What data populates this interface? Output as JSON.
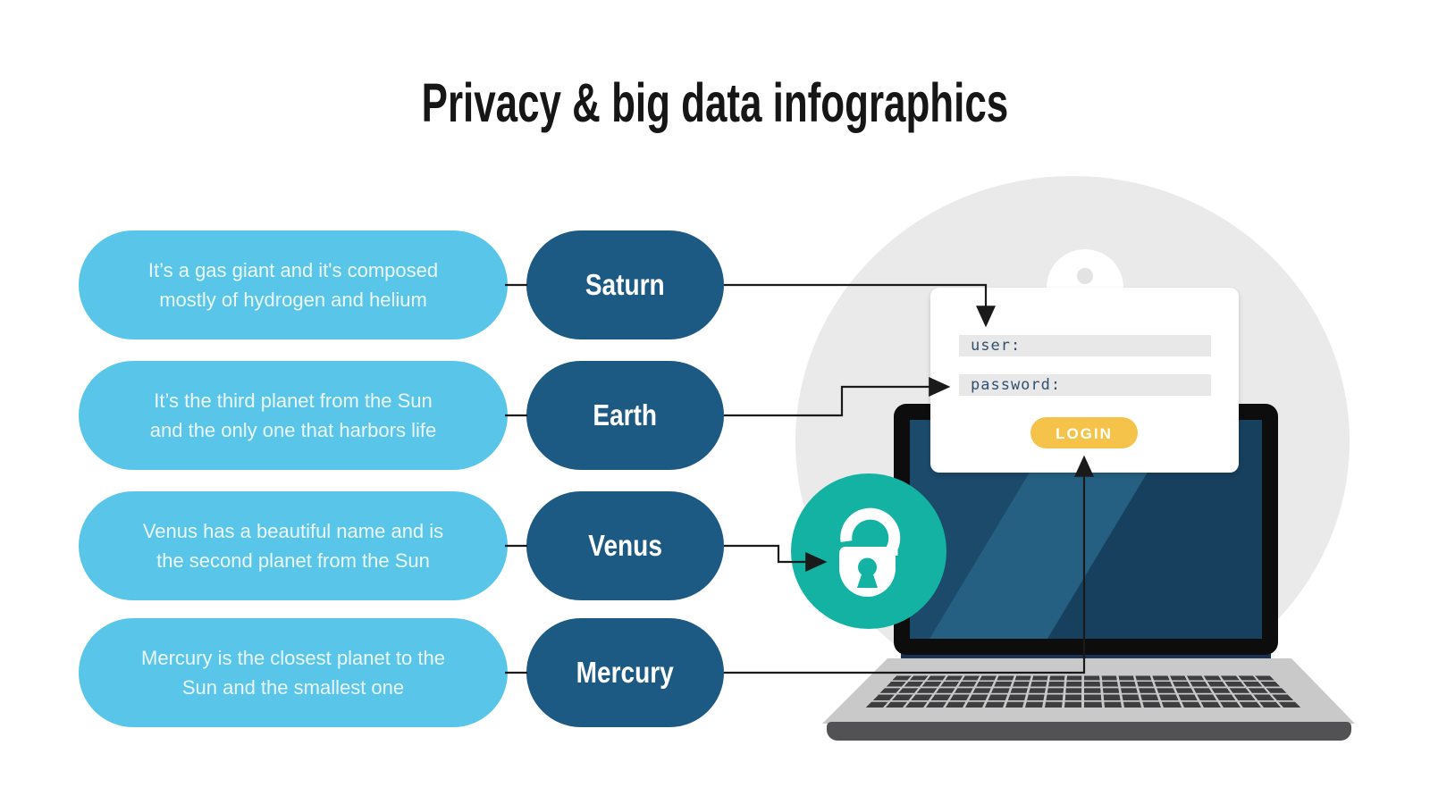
{
  "title": "Privacy & big data infographics",
  "rows": [
    {
      "planet": "Saturn",
      "lines": [
        "It’s a gas giant and it's composed",
        "mostly of hydrogen and helium"
      ]
    },
    {
      "planet": "Earth",
      "lines": [
        "It’s the third planet from the Sun",
        "and the only one that harbors life"
      ]
    },
    {
      "planet": "Venus",
      "lines": [
        "Venus has a beautiful name and is",
        "the second planet from the Sun"
      ]
    },
    {
      "planet": "Mercury",
      "lines": [
        "Mercury is the closest planet to the",
        "Sun and the smallest one"
      ]
    }
  ],
  "login_card": {
    "user_label": "user:",
    "password_label": "password:",
    "login_button": "LOGIN"
  },
  "icons": {
    "lock": "unlock-icon"
  },
  "colors": {
    "bubble_blue": "#59C6E9",
    "pill_blue": "#1C5A83",
    "accent_teal": "#14B2A3",
    "button_yellow": "#F5C34A",
    "screen_navy": "#1C4A6A",
    "background_grey": "#EAEAEA"
  }
}
